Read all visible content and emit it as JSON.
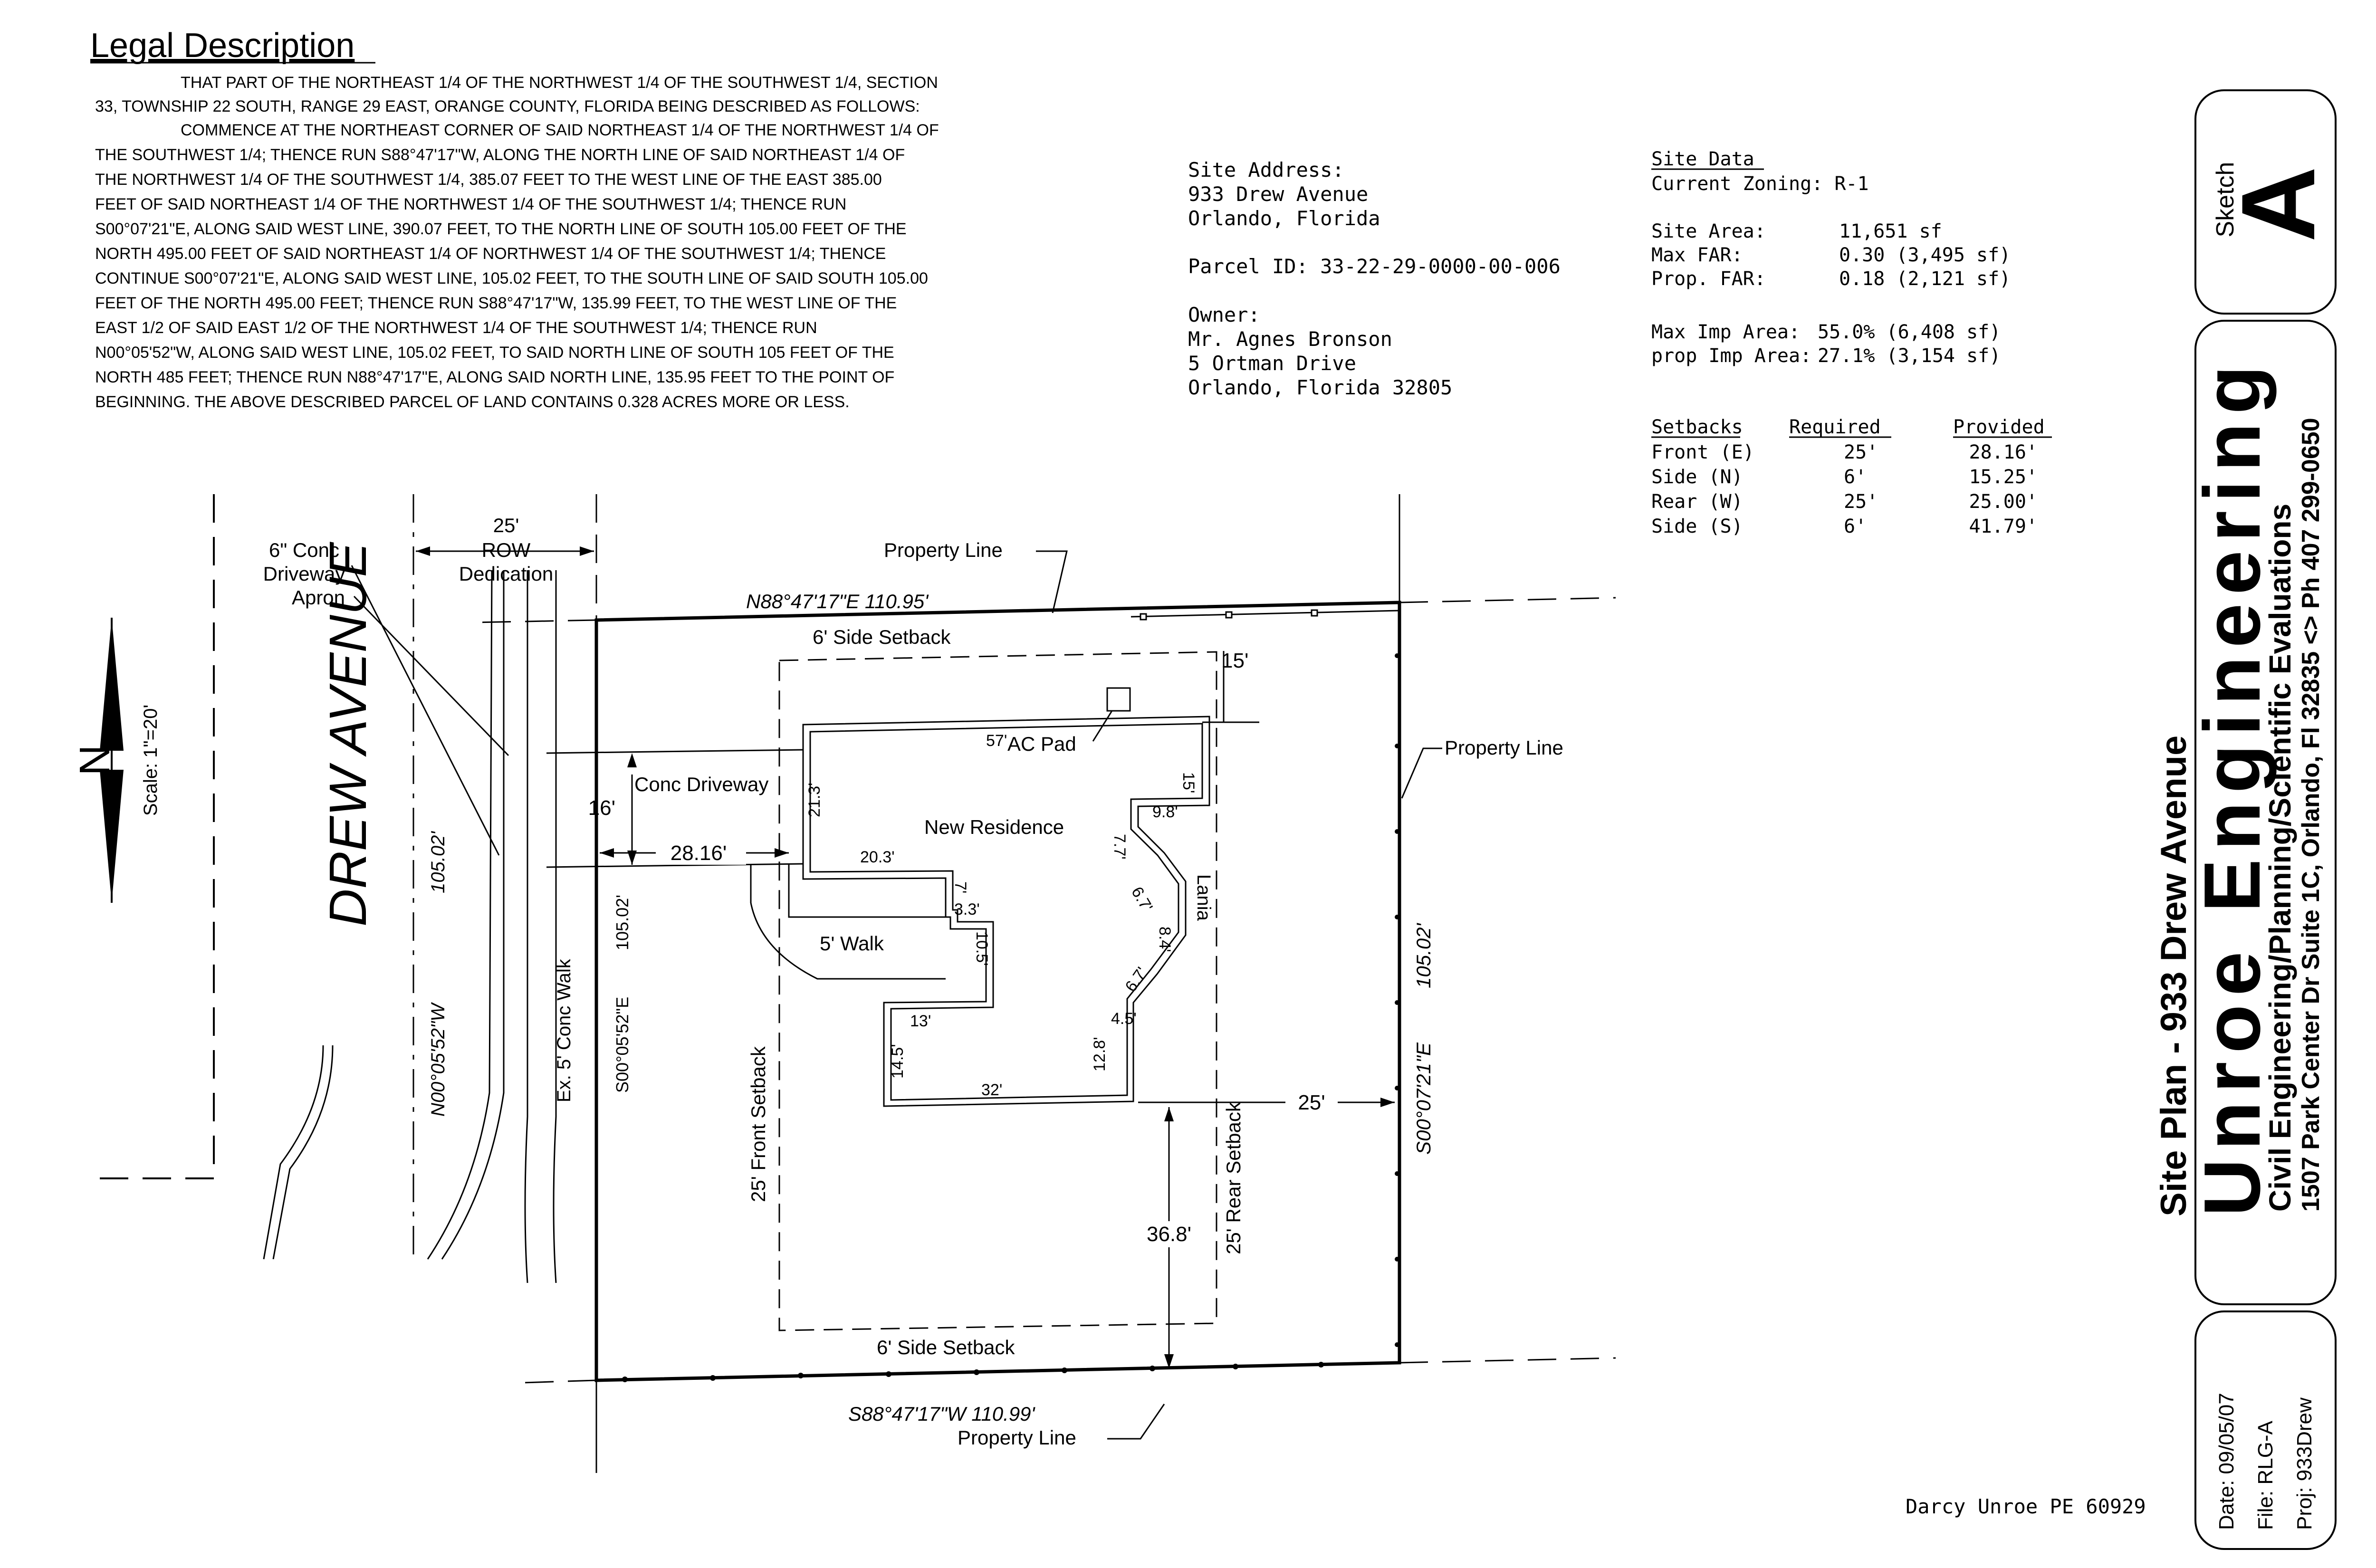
{
  "legal": {
    "heading": "Legal Description",
    "lines": [
      "THAT PART OF THE NORTHEAST 1/4 OF THE NORTHWEST 1/4 OF THE SOUTHWEST  1/4, SECTION",
      "33, TOWNSHIP 22 SOUTH, RANGE 29 EAST, ORANGE COUNTY,  FLORIDA BEING DESCRIBED AS FOLLOWS:",
      "COMMENCE AT THE NORTHEAST CORNER OF SAID NORTHEAST 1/4 OF THE  NORTHWEST 1/4 OF",
      "THE SOUTHWEST 1/4; THENCE RUN S88°47'17\"W, ALONG THE  NORTH LINE  OF SAID NORTHEAST 1/4 OF",
      "THE NORTHWEST 1/4 OF THE  SOUTHWEST 1/4, 385.07 FEET TO THE WEST LINE OF THE EAST 385.00",
      "FEET OF  SAID NORTHEAST 1/4 OF THE NORTHWEST 1/4 OF THE SOUTHWEST 1/4; THENCE  RUN",
      "S00°07'21\"E, ALONG SAID WEST LINE, 390.07 FEET, TO THE NORTH LINE OF  SOUTH 105.00 FEET OF THE",
      "NORTH 495.00 FEET OF SAID NORTHEAST 1/4 OF  NORTHWEST 1/4 OF THE SOUTHWEST 1/4; THENCE",
      "CONTINUE S00°07'21\"E, ALONG  SAID WEST LINE, 105.02 FEET, TO THE SOUTH LINE OF SAID SOUTH 105.00",
      "FEET  OF THE NORTH 495.00 FEET; THENCE RUN S88°47'17\"W, 135.99 FEET, TO THE  WEST LINE OF THE",
      "EAST 1/2 OF SAID EAST 1/2 OF THE NORTHWEST 1/4 OF THE  SOUTHWEST 1/4; THENCE RUN",
      "N00°05'52\"W, ALONG SAID WEST LINE, 105.02 FEET,  TO SAID NORTH LINE OF SOUTH 105 FEET OF THE",
      "NORTH 485 FEET; THENCE RUN  N88°47'17\"E, ALONG SAID NORTH LINE, 135.95 FEET TO THE POINT OF",
      "BEGINNING.       THE ABOVE DESCRIBED PARCEL OF LAND CONTAINS 0.328 ACRES MORE OR LESS."
    ]
  },
  "site_info": {
    "address_label": "Site Address:",
    "address_1": "933 Drew Avenue",
    "address_2": "Orlando, Florida",
    "parcel": "Parcel ID: 33-22-29-0000-00-006",
    "owner_label": "Owner:",
    "owner_name": "Mr. Agnes Bronson",
    "owner_street": "5 Ortman Drive",
    "owner_city": "Orlando, Florida 32805"
  },
  "site_data": {
    "title": "Site Data",
    "zoning": "Current Zoning: R-1",
    "rows": [
      {
        "label": "Site Area:",
        "value": "11,651 sf"
      },
      {
        "label": "Max FAR:",
        "value": "0.30 (3,495 sf)"
      },
      {
        "label": "Prop. FAR:",
        "value": "0.18 (2,121 sf)"
      }
    ],
    "imp_rows": [
      {
        "label": "Max Imp Area:",
        "value": "55.0% (6,408 sf)"
      },
      {
        "label": "prop Imp Area:",
        "value": "27.1% (3,154 sf)"
      }
    ]
  },
  "setbacks": {
    "headers": [
      "Setbacks",
      "Required",
      "Provided"
    ],
    "rows": [
      [
        "Front (E)",
        "25'",
        "28.16'"
      ],
      [
        "Side (N)",
        "6'",
        "15.25'"
      ],
      [
        "Rear (W)",
        "25'",
        "25.00'"
      ],
      [
        "Side (S)",
        "6'",
        "41.79'"
      ]
    ]
  },
  "plan": {
    "street_name": "DREW AVENUE",
    "scale": "Scale: 1\"=20'",
    "north": "N",
    "row_width": "25'",
    "row_label_1": "ROW",
    "row_label_2": "Dedication",
    "apron_1": "6\" Conc",
    "apron_2": "Driveway",
    "apron_3": "Apron",
    "property_line": "Property Line",
    "north_bearing": "N88°47'17\"E  110.95'",
    "south_bearing": "S88°47'17\"W    110.99'",
    "west_bearing": "S00°05'52\"E",
    "west_length": "105.02'",
    "east_bearing": "S00°07'21\"E",
    "east_length": "105.02'",
    "street_bearing": "N00°05'52\"W",
    "street_length": "105.02'",
    "walk_label": "Ex. 5' Conc Walk",
    "side_setback": "6' Side Setback",
    "front_setback": "25' Front Setback",
    "rear_setback": "25' Rear Setback",
    "driveway": "Conc Driveway",
    "dim_16": "16'",
    "dim_2816": "28.16'",
    "dim_15": "15'",
    "dim_25": "25'",
    "dim_368": "36.8'",
    "ac_pad": "AC Pad",
    "residence": "New Residence",
    "walk5": "5' Walk",
    "lania": "Lania",
    "dims": {
      "d57": "57'",
      "d15b": "15'",
      "d213": "21.3'",
      "d98": "9.8'",
      "d77": "7.7'",
      "d203": "20.3'",
      "d7": "7'",
      "d33": "3.3'",
      "d105": "10.5'",
      "d67a": "6.7'",
      "d84": "8.4'",
      "d67b": "6.7'",
      "d45": "4.5'",
      "d13": "13'",
      "d145": "14.5'",
      "d128": "12.8'",
      "d32": "32'"
    }
  },
  "title_block": {
    "sketch_label": "Sketch",
    "sketch_letter": "A",
    "company": "Unroe Engineering",
    "tagline": "Civil Engineering/Planning/Scientific Evaluations",
    "address": "1507 Park Center Dr Suite 1C, Orlando, Fl 32835 <> Ph 407 299-0650",
    "plan_title": "Site Plan - 933 Drew Avenue",
    "date": "Date:  09/05/07",
    "file": "File:   RLG-A",
    "proj": "Proj:   933Drew",
    "engineer": "Darcy Unroe PE 60929"
  }
}
